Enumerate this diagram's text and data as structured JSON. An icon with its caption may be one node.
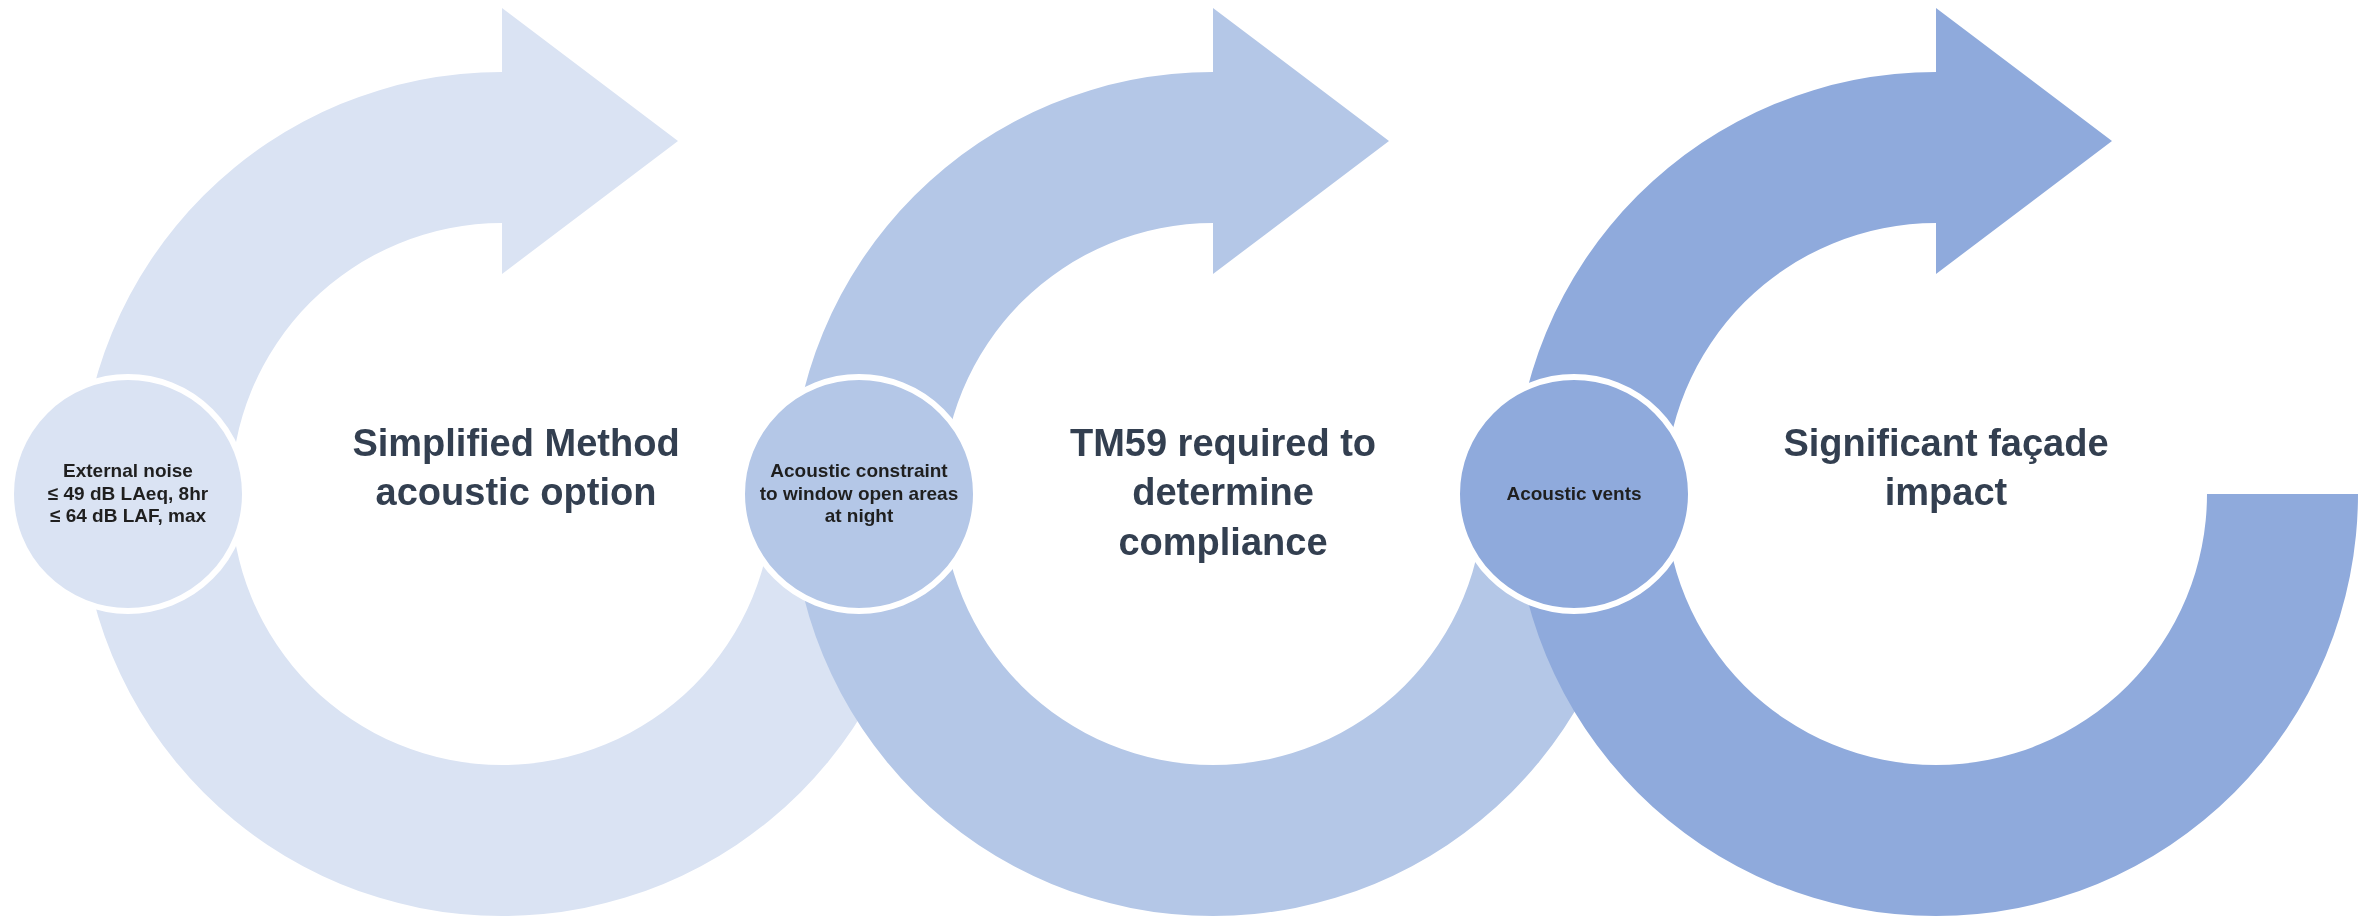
{
  "diagram": {
    "nodes": [
      {
        "text": [
          "External noise",
          "≤ 49 dB LAeq, 8hr",
          "≤ 64 dB LAF, max"
        ]
      },
      {
        "text": [
          "Simplified Method acoustic option"
        ]
      },
      {
        "text": [
          "Acoustic constraint to window open areas at night"
        ]
      },
      {
        "text": [
          "TM59 required to determine compliance"
        ]
      },
      {
        "text": [
          "Acoustic vents"
        ]
      },
      {
        "text": [
          "Significant façade impact"
        ]
      }
    ]
  }
}
